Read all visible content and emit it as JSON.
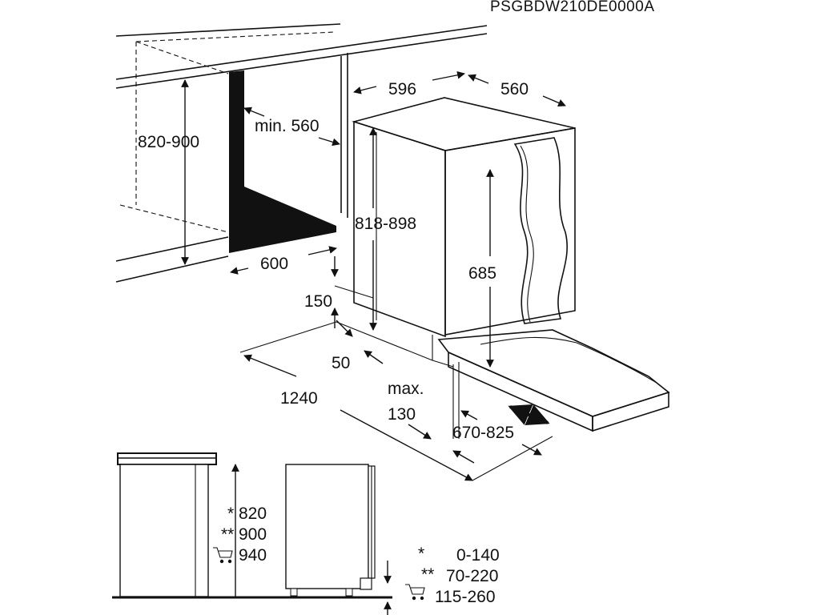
{
  "model_code": "PSGBDW210DE0000A",
  "dimensions": {
    "width_596": "596",
    "depth_560": "560",
    "min_560": "min. 560",
    "niche_height": "820-900",
    "appliance_height": "818-898",
    "niche_width_600": "600",
    "door_685": "685",
    "plinth_150": "150",
    "gap_50": "50",
    "length_1240": "1240",
    "max_label": "max.",
    "max_130": "130",
    "range_670_825": "670-825"
  },
  "legend": {
    "rows": [
      {
        "marker": "*",
        "value": "0-140"
      },
      {
        "marker": "**",
        "value": "70-220"
      },
      {
        "marker": "cart-icon",
        "value": "115-260"
      }
    ]
  },
  "height_options": {
    "rows": [
      {
        "marker": "*",
        "value": "820"
      },
      {
        "marker": "**",
        "value": "900"
      },
      {
        "marker": "cart-icon",
        "value": "940"
      }
    ]
  }
}
